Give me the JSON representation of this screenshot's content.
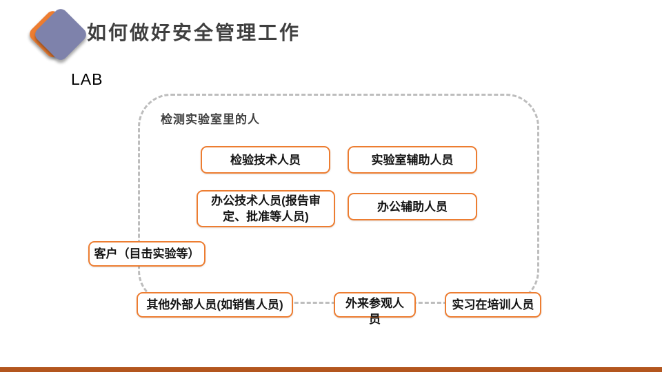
{
  "header": {
    "title": "如何做好安全管理工作"
  },
  "lab_label": "LAB",
  "container": {
    "label": "检测实验室里的人"
  },
  "boxes": {
    "test_tech": "检验技术人员",
    "lab_assist": "实验室辅助人员",
    "office_tech": "办公技术人员(报告审定、批准等人员)",
    "office_assist": "办公辅助人员",
    "customer": "客户（目击实验等）",
    "other_external": "其他外部人员(如销售人员)",
    "visitors": "外来参观人员",
    "trainees": "实习在培训人员"
  },
  "colors": {
    "accent_orange": "#ED7D31",
    "logo_purple": "#7E82AB",
    "dash_gray": "#BDBDBD",
    "title_gray": "#3F3F3F",
    "footer_bar": "#B3561E"
  }
}
